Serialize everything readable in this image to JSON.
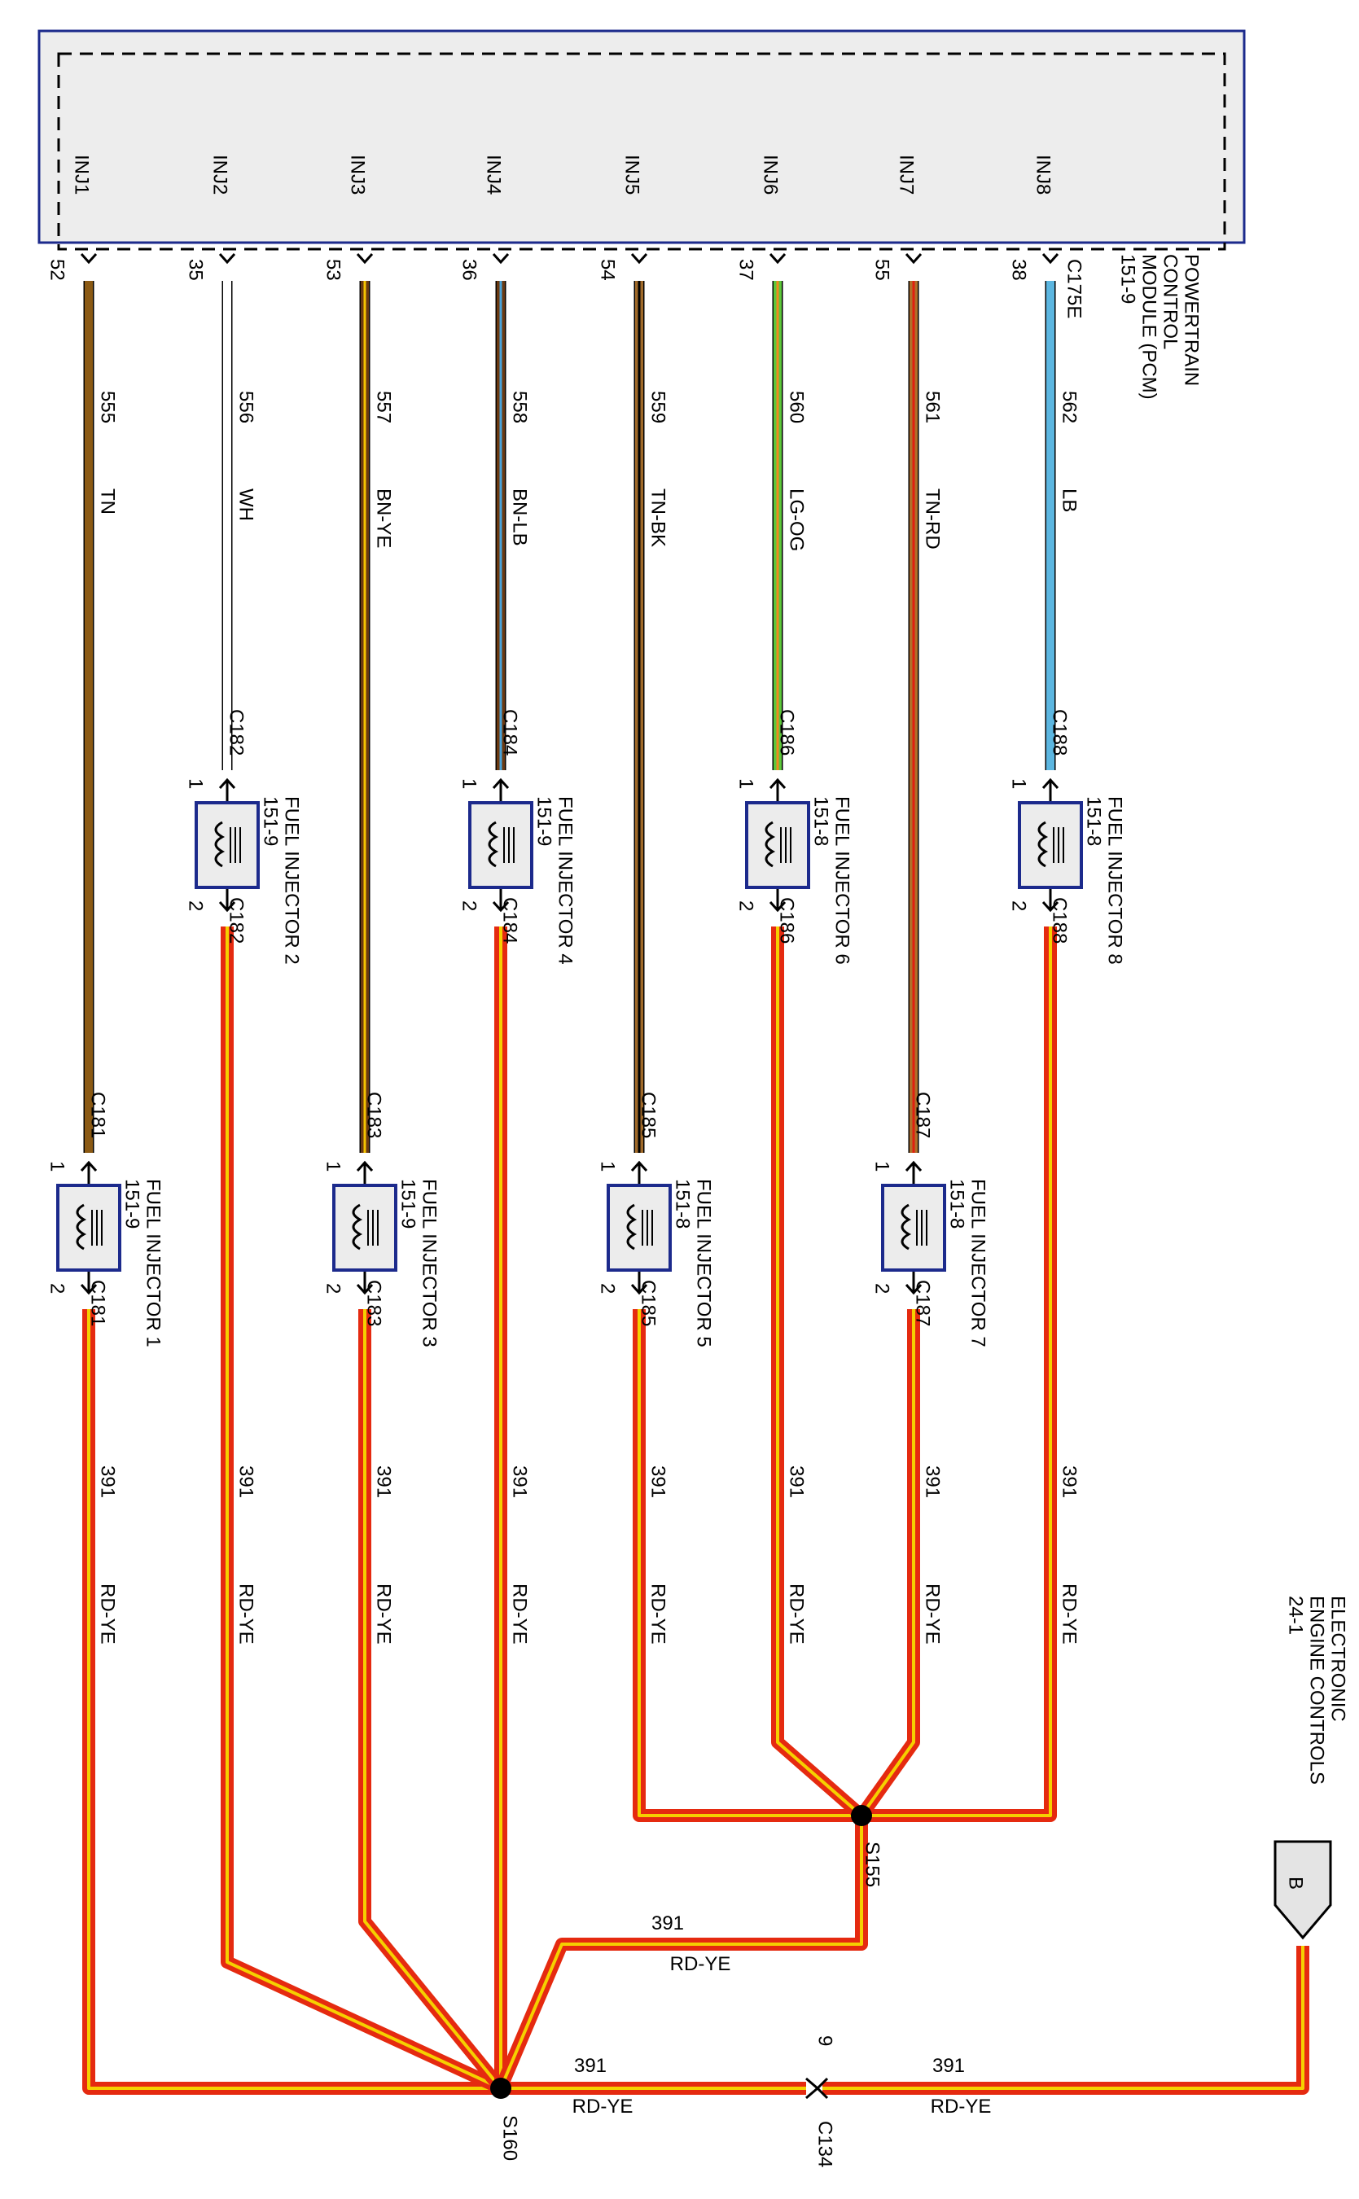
{
  "pcm": {
    "title_lines": [
      "POWERTRAIN",
      "CONTROL",
      "MODULE (PCM)",
      "151-9"
    ],
    "connector": "C175E"
  },
  "pins": [
    {
      "pin": "INJ1",
      "num": "52",
      "circuit": "555",
      "color": "TN",
      "colors": [
        "#8B5A14"
      ]
    },
    {
      "pin": "INJ2",
      "num": "35",
      "circuit": "556",
      "color": "WH",
      "colors": [
        "#ffffff"
      ]
    },
    {
      "pin": "INJ3",
      "num": "53",
      "circuit": "557",
      "color": "BN-YE",
      "colors": [
        "#6b3a12",
        "#f5c400"
      ]
    },
    {
      "pin": "INJ4",
      "num": "36",
      "circuit": "558",
      "color": "BN-LB",
      "colors": [
        "#6b3a12",
        "#4aa3d8"
      ]
    },
    {
      "pin": "INJ5",
      "num": "54",
      "circuit": "559",
      "color": "TN-BK",
      "colors": [
        "#a06a2a",
        "#000000"
      ]
    },
    {
      "pin": "INJ6",
      "num": "37",
      "circuit": "560",
      "color": "LG-OG",
      "colors": [
        "#5cc73a",
        "#f08a1c"
      ]
    },
    {
      "pin": "INJ7",
      "num": "55",
      "circuit": "561",
      "color": "TN-RD",
      "colors": [
        "#b0702a",
        "#e02010"
      ]
    },
    {
      "pin": "INJ8",
      "num": "38",
      "circuit": "562",
      "color": "LB",
      "colors": [
        "#5cb6e0"
      ]
    }
  ],
  "injectors": [
    {
      "name": "FUEL INJECTOR 1",
      "ref": "151-9",
      "connector": "C181",
      "pin_in": "1",
      "pin_out": "2"
    },
    {
      "name": "FUEL INJECTOR 2",
      "ref": "151-9",
      "connector": "C182",
      "pin_in": "1",
      "pin_out": "2"
    },
    {
      "name": "FUEL INJECTOR 3",
      "ref": "151-9",
      "connector": "C183",
      "pin_in": "1",
      "pin_out": "2"
    },
    {
      "name": "FUEL INJECTOR 4",
      "ref": "151-9",
      "connector": "C184",
      "pin_in": "1",
      "pin_out": "2"
    },
    {
      "name": "FUEL INJECTOR 5",
      "ref": "151-8",
      "connector": "C185",
      "pin_in": "1",
      "pin_out": "2"
    },
    {
      "name": "FUEL INJECTOR 6",
      "ref": "151-8",
      "connector": "C186",
      "pin_in": "1",
      "pin_out": "2"
    },
    {
      "name": "FUEL INJECTOR 7",
      "ref": "151-8",
      "connector": "C187",
      "pin_in": "1",
      "pin_out": "2"
    },
    {
      "name": "FUEL INJECTOR 8",
      "ref": "151-8",
      "connector": "C188",
      "pin_in": "1",
      "pin_out": "2"
    }
  ],
  "feed": {
    "circuit": "391",
    "color": "RD-YE"
  },
  "splices": {
    "s155": "S155",
    "s160": "S160"
  },
  "c134": {
    "name": "C134",
    "pin": "9"
  },
  "offpage": {
    "letter": "B",
    "lines": [
      "ELECTRONIC",
      "ENGINE CONTROLS",
      "24-1"
    ]
  },
  "wire_colors": {
    "red": "#e52a10",
    "yellow": "#f5d000",
    "box_outline": "#1c2a8c",
    "box_fill": "#ededed"
  }
}
